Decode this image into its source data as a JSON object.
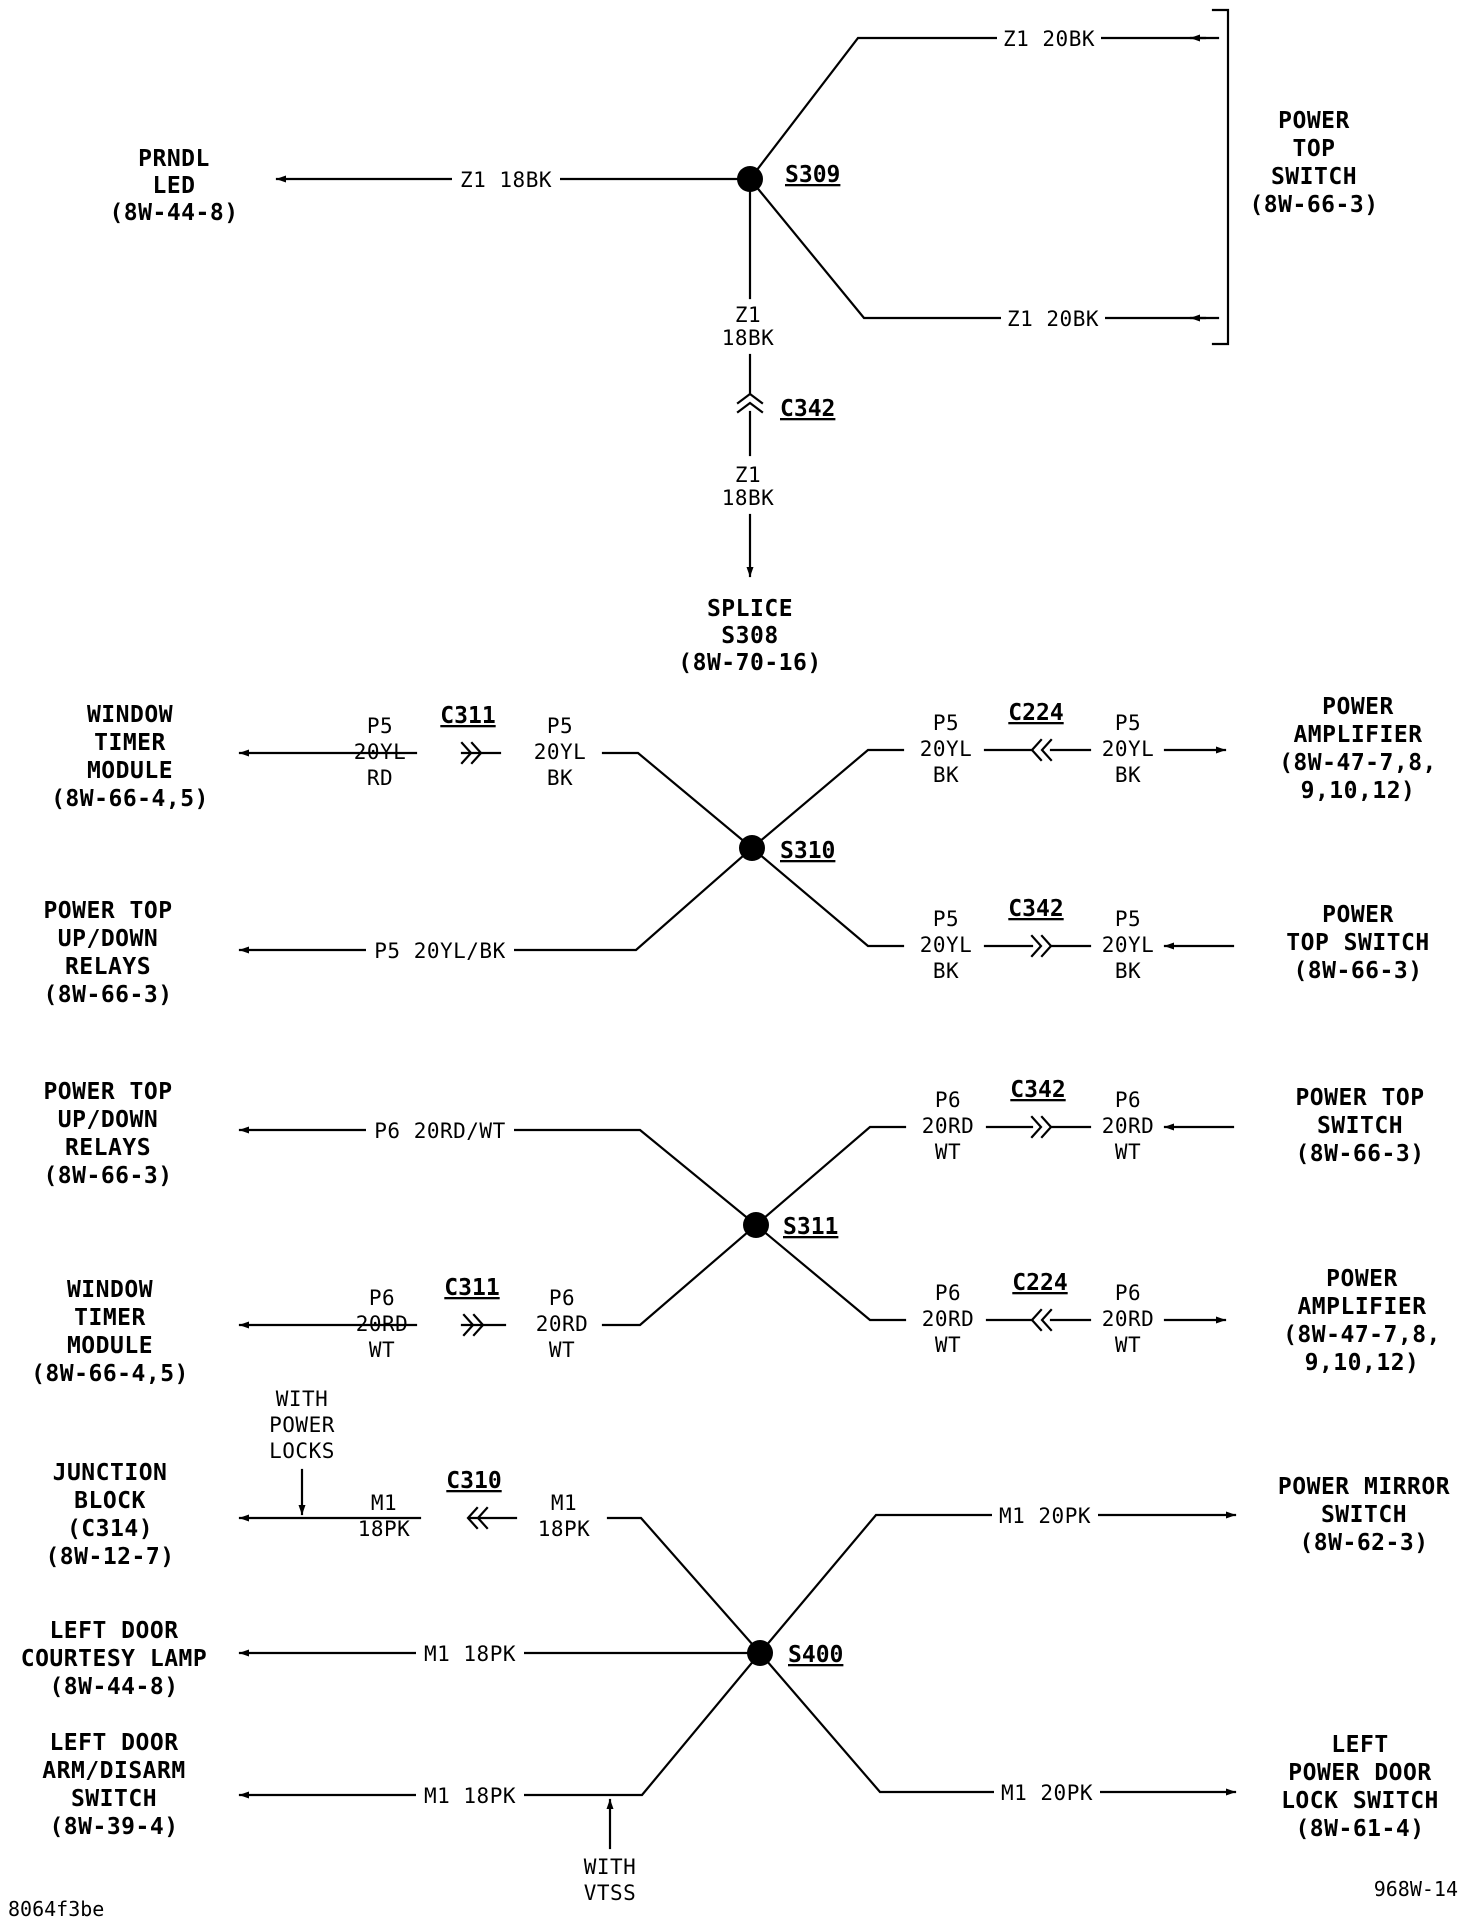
{
  "blocks": {
    "s309": {
      "splice": "S309",
      "wire_left": "Z1 18BK",
      "wire_top": "Z1 20BK",
      "wire_bottom": "Z1 20BK",
      "wire_down_1": [
        "Z1",
        "18BK"
      ],
      "connector": "C342",
      "wire_down_2": [
        "Z1",
        "18BK"
      ],
      "dest_left": [
        "PRNDL",
        "LED",
        "(8W-44-8)"
      ],
      "dest_right": [
        "POWER",
        "TOP",
        "SWITCH",
        "(8W-66-3)"
      ],
      "dest_down": [
        "SPLICE",
        "S308",
        "(8W-70-16)"
      ]
    },
    "s310": {
      "splice": "S310",
      "conn_tl": "C311",
      "wire_tl_outer": [
        "P5",
        "20YL",
        "RD"
      ],
      "wire_tl_inner": [
        "P5",
        "20YL",
        "BK"
      ],
      "dest_tl": [
        "WINDOW",
        "TIMER",
        "MODULE",
        "(8W-66-4,5)"
      ],
      "wire_bl": "P5 20YL/BK",
      "dest_bl": [
        "POWER TOP",
        "UP/DOWN",
        "RELAYS",
        "(8W-66-3)"
      ],
      "conn_tr": "C224",
      "wire_tr_inner": [
        "P5",
        "20YL",
        "BK"
      ],
      "wire_tr_outer": [
        "P5",
        "20YL",
        "BK"
      ],
      "dest_tr": [
        "POWER",
        "AMPLIFIER",
        "(8W-47-7,8,",
        "9,10,12)"
      ],
      "conn_br": "C342",
      "wire_br_inner": [
        "P5",
        "20YL",
        "BK"
      ],
      "wire_br_outer": [
        "P5",
        "20YL",
        "BK"
      ],
      "dest_br": [
        "POWER",
        "TOP SWITCH",
        "(8W-66-3)"
      ]
    },
    "s311": {
      "splice": "S311",
      "wire_tl": "P6 20RD/WT",
      "dest_tl": [
        "POWER TOP",
        "UP/DOWN",
        "RELAYS",
        "(8W-66-3)"
      ],
      "conn_bl": "C311",
      "wire_bl_outer": [
        "P6",
        "20RD",
        "WT"
      ],
      "wire_bl_inner": [
        "P6",
        "20RD",
        "WT"
      ],
      "dest_bl": [
        "WINDOW",
        "TIMER",
        "MODULE",
        "(8W-66-4,5)"
      ],
      "conn_tr": "C342",
      "wire_tr_inner": [
        "P6",
        "20RD",
        "WT"
      ],
      "wire_tr_outer": [
        "P6",
        "20RD",
        "WT"
      ],
      "dest_tr": [
        "POWER TOP",
        "SWITCH",
        "(8W-66-3)"
      ],
      "conn_br": "C224",
      "wire_br_inner": [
        "P6",
        "20RD",
        "WT"
      ],
      "wire_br_outer": [
        "P6",
        "20RD",
        "WT"
      ],
      "dest_br": [
        "POWER",
        "AMPLIFIER",
        "(8W-47-7,8,",
        "9,10,12)"
      ]
    },
    "s400": {
      "splice": "S400",
      "conn_tl": "C310",
      "wire_tl_outer": [
        "M1",
        "18PK"
      ],
      "wire_tl_inner": [
        "M1",
        "18PK"
      ],
      "note_tl": [
        "WITH",
        "POWER",
        "LOCKS"
      ],
      "dest_tl": [
        "JUNCTION",
        "BLOCK",
        "(C314)",
        "(8W-12-7)"
      ],
      "wire_ml": "M1 18PK",
      "dest_ml": [
        "LEFT DOOR",
        "COURTESY LAMP",
        "(8W-44-8)"
      ],
      "wire_bl": "M1 18PK",
      "note_bl": [
        "WITH",
        "VTSS"
      ],
      "dest_bl": [
        "LEFT DOOR",
        "ARM/DISARM",
        "SWITCH",
        "(8W-39-4)"
      ],
      "wire_tr": "M1 20PK",
      "dest_tr": [
        "POWER MIRROR",
        "SWITCH",
        "(8W-62-3)"
      ],
      "wire_br": "M1 20PK",
      "dest_br": [
        "LEFT",
        "POWER DOOR",
        "LOCK SWITCH",
        "(8W-61-4)"
      ]
    }
  },
  "footer": {
    "left_code": "8064f3be",
    "right_code": "968W-14"
  }
}
